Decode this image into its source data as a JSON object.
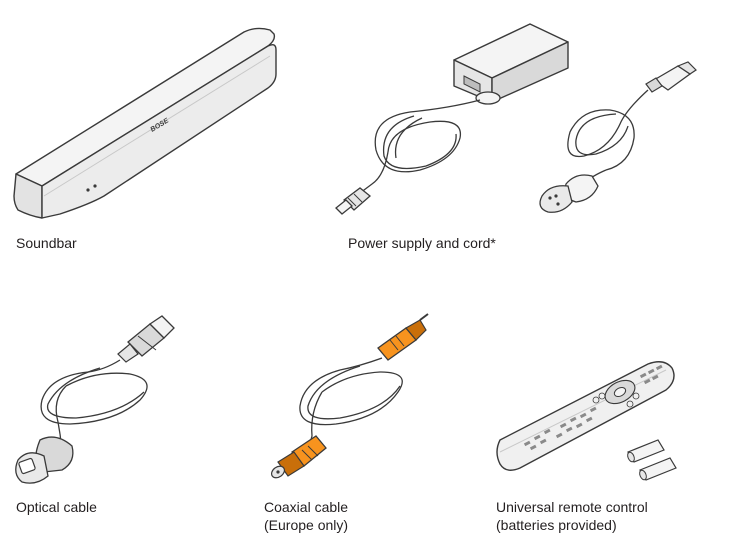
{
  "items": [
    {
      "id": "soundbar",
      "label": "Soundbar",
      "brand": "BOSE"
    },
    {
      "id": "power",
      "label": "Power supply and cord*"
    },
    {
      "id": "optical",
      "label": "Optical cable"
    },
    {
      "id": "coaxial",
      "label_line1": "Coaxial cable",
      "label_line2": "(Europe only)"
    },
    {
      "id": "remote",
      "label_line1": "Universal remote control",
      "label_line2": "(batteries provided)"
    }
  ],
  "colors": {
    "outline": "#3a3a3a",
    "body_fill": "#f4f4f4",
    "shade_fill": "#d9d9d9",
    "coax_connector": "#f7931e",
    "coax_dark": "#c96f0a"
  },
  "icons": [
    "soundbar-illustration",
    "power-supply-illustration",
    "power-cord-illustration",
    "optical-cable-illustration",
    "coaxial-cable-illustration",
    "remote-control-illustration",
    "batteries-illustration"
  ]
}
